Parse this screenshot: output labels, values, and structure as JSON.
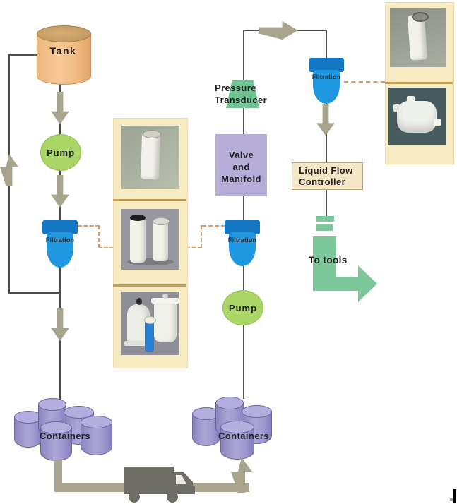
{
  "colors": {
    "pipe": "#4d4d4d",
    "olive": "#a8a58c",
    "dash": "#d89b6a",
    "tank-body": "#f5c28f",
    "tank-top": "#c9a26b",
    "pump-fill": "#a9d667",
    "pump-edge": "#8fbf4b",
    "filter-cap": "#1377c4",
    "filter-body": "#1f96e0",
    "container-top": "#b4aede",
    "container-edge": "#6e689d",
    "valve-fill": "#b6aed9",
    "transducer-fill": "#70c492",
    "lfc-bg": "#f5e6c8",
    "lfc-border": "#b9a57e",
    "green-arrow": "#7dc89b",
    "truck": "#6f6f67",
    "panel-bg": "#f8eac1",
    "panel-divider": "#c2a05a"
  },
  "nodes": {
    "tank": {
      "label": "Tank"
    },
    "pump_left": {
      "label": "Pump"
    },
    "filtration_left": {
      "label": "Filtration"
    },
    "containers_left": {
      "label": "Containers"
    },
    "pressure_transducer": {
      "line1": "Pressure",
      "line2": "Transducer"
    },
    "valve_manifold": {
      "line1": "Valve",
      "line2": "and",
      "line3": "Manifold"
    },
    "filtration_mid": {
      "label": "Filtration"
    },
    "pump_mid": {
      "label": "Pump"
    },
    "containers_right": {
      "label": "Containers"
    },
    "filtration_right": {
      "label": "Filtration"
    },
    "liquid_flow_controller": {
      "line1": "Liquid Flow",
      "line2": "Controller"
    },
    "to_tools": {
      "label": "To tools"
    }
  }
}
